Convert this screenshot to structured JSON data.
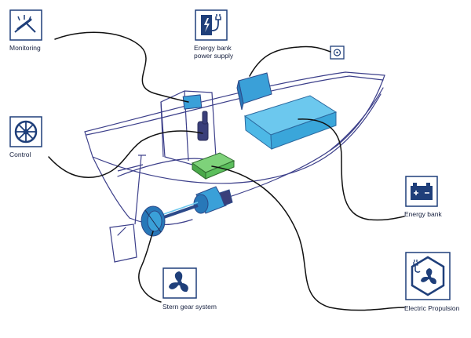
{
  "labels": {
    "monitoring": "Monitoring",
    "energy_bank_power_supply_line1": "Energy bank",
    "energy_bank_power_supply_line2": "power supply",
    "control": "Control",
    "energy_bank": "Energy bank",
    "stern_gear_system": "Stern gear system",
    "electric_propulsion": "Electric Propulsion"
  },
  "colors": {
    "icon_navy": "#1f3f7a",
    "sketch_line": "#3c3f8a",
    "leader_line": "#111111",
    "battery_blue": "#4db8e6",
    "controller_green": "#5bbf5c",
    "motor_blue": "#3aa0d8"
  },
  "icons": {
    "monitoring": "gauge-icon",
    "energy_bank_power_supply": "charger-plug-icon",
    "control": "steering-wheel-icon",
    "energy_bank": "battery-icon",
    "stern_gear_system": "propeller-icon",
    "electric_propulsion": "electric-propeller-icon",
    "shore_socket": "power-socket-icon"
  }
}
